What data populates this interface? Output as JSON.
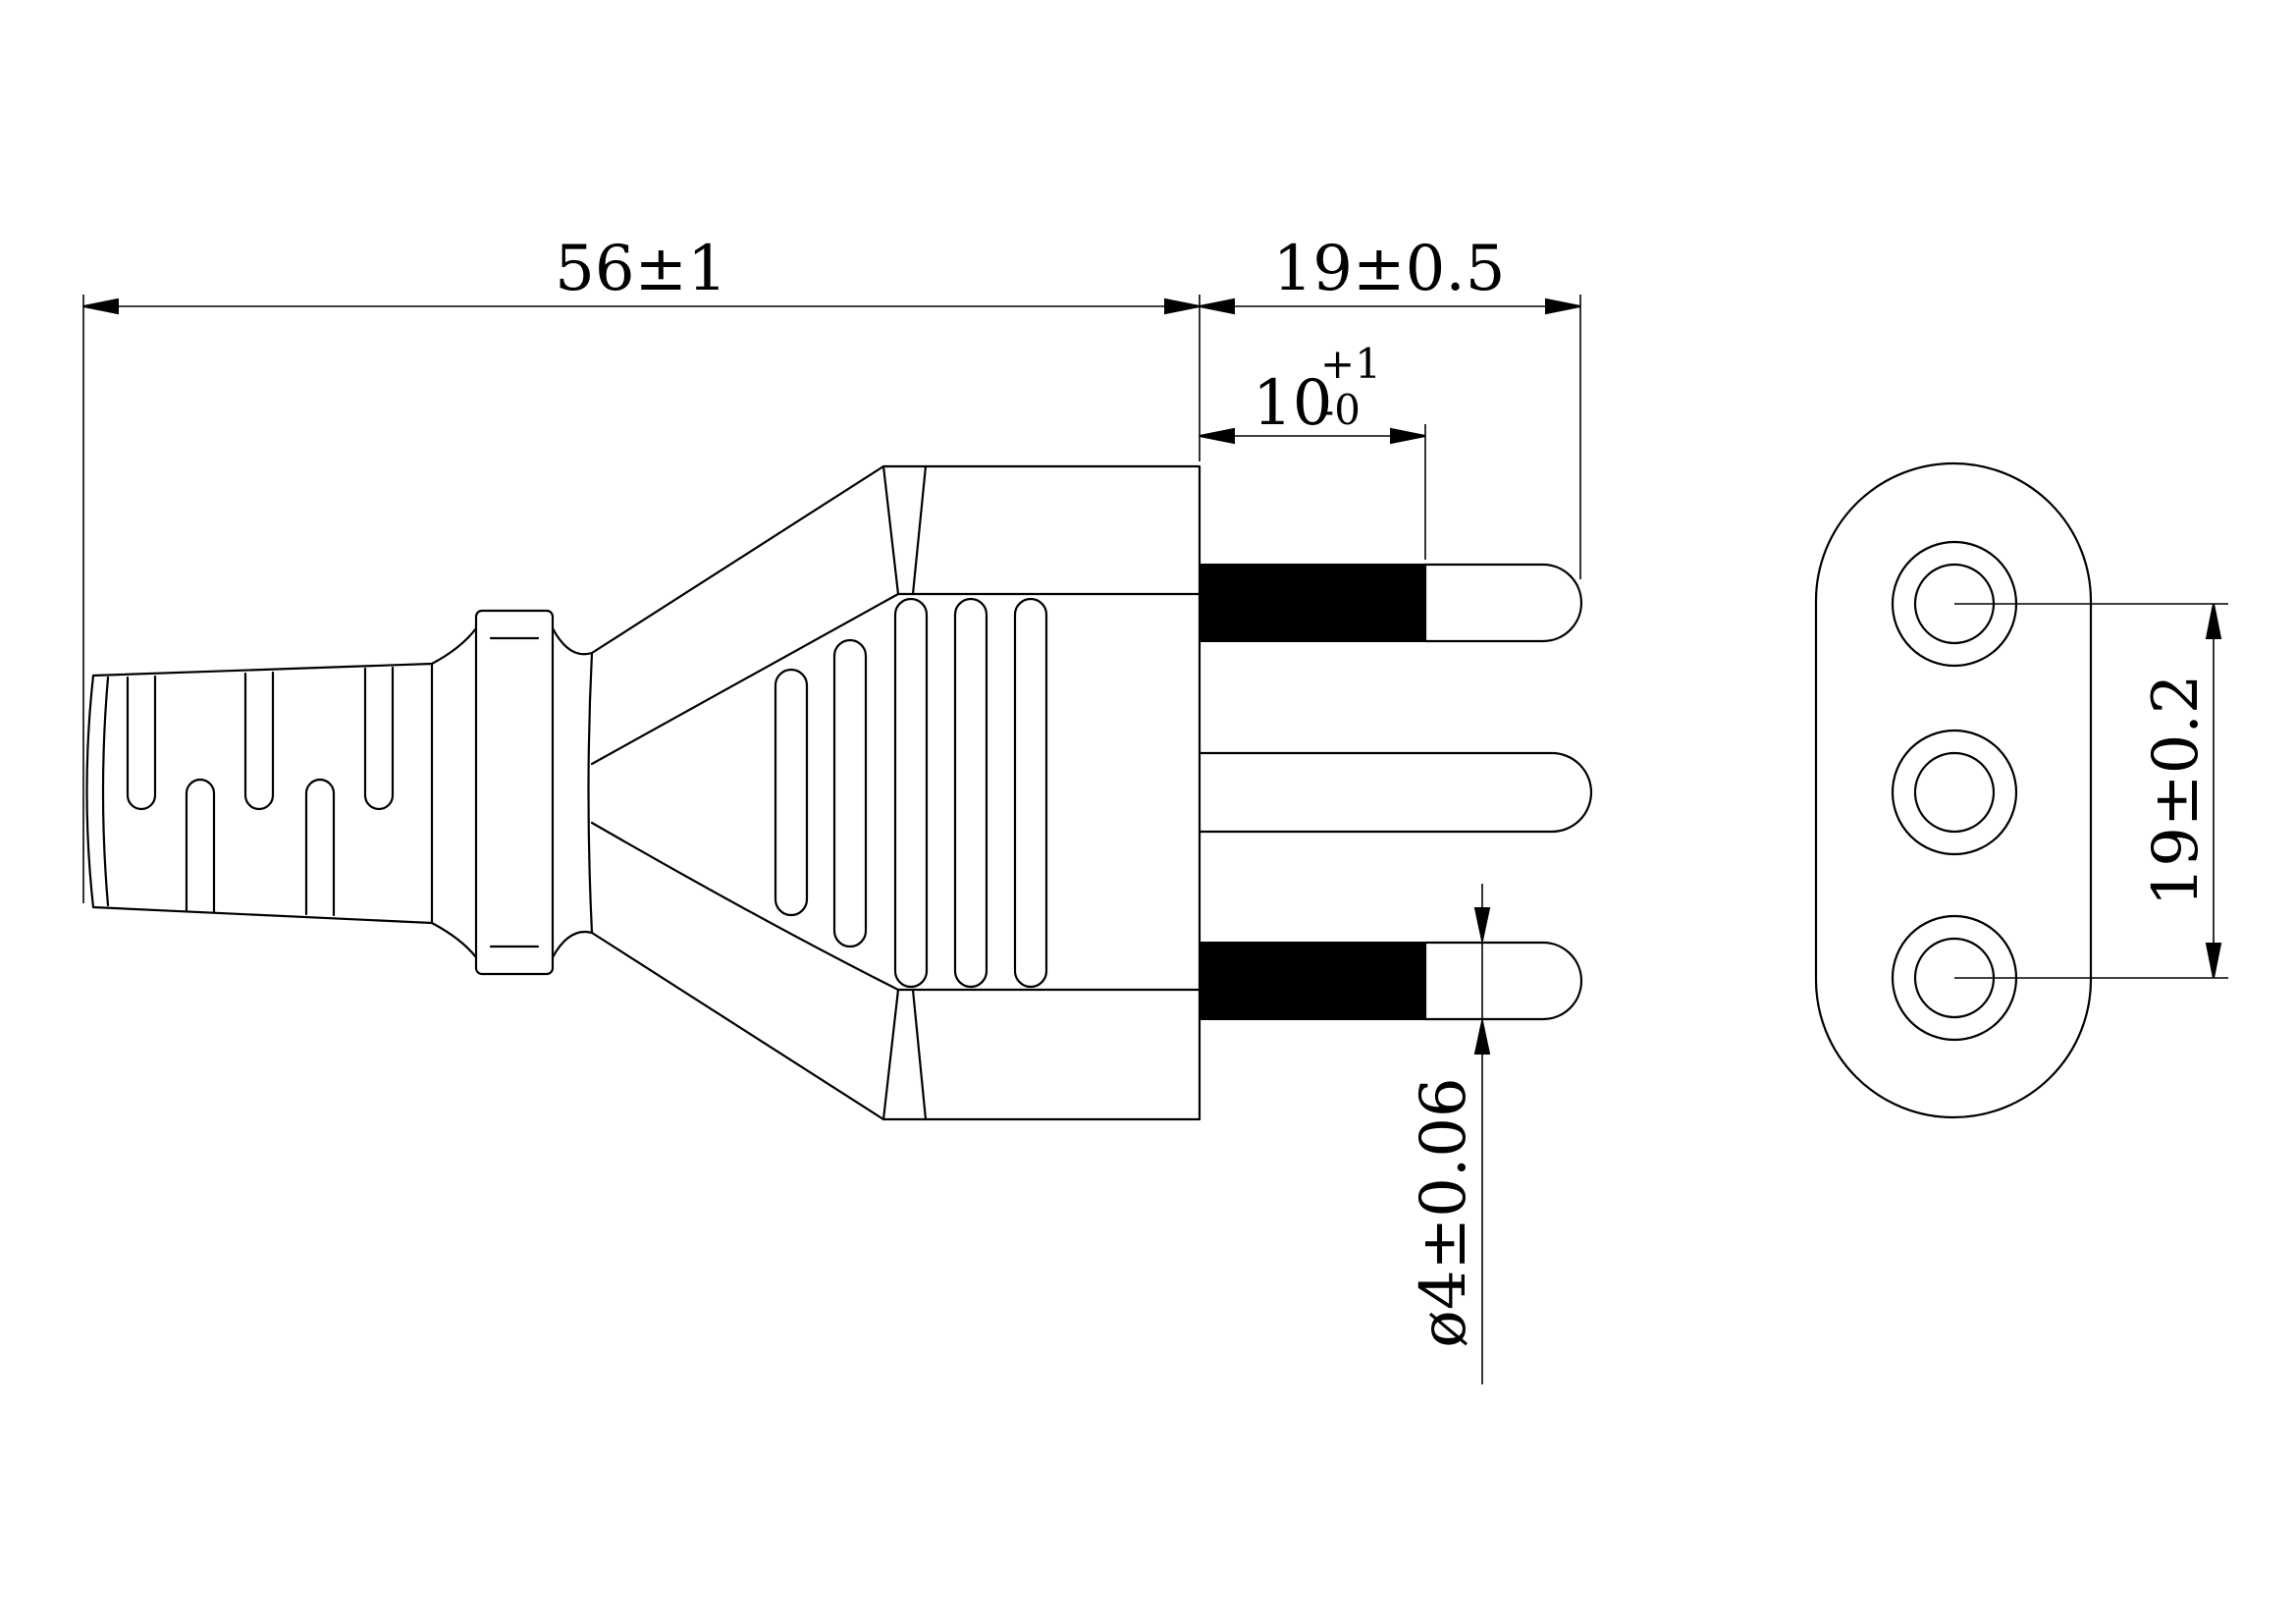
{
  "drawing": {
    "dimensions": {
      "overall_length": "56±1",
      "pin_length": "19±0.5",
      "insulated_sleeve_length": {
        "base": "10",
        "upper_tolerance": "+1",
        "lower_tolerance": "-0"
      },
      "pin_diameter": "ø4±0.06",
      "pin_spacing": "19±0.2"
    },
    "colors": {
      "line": "#000000",
      "background": "#ffffff"
    }
  }
}
